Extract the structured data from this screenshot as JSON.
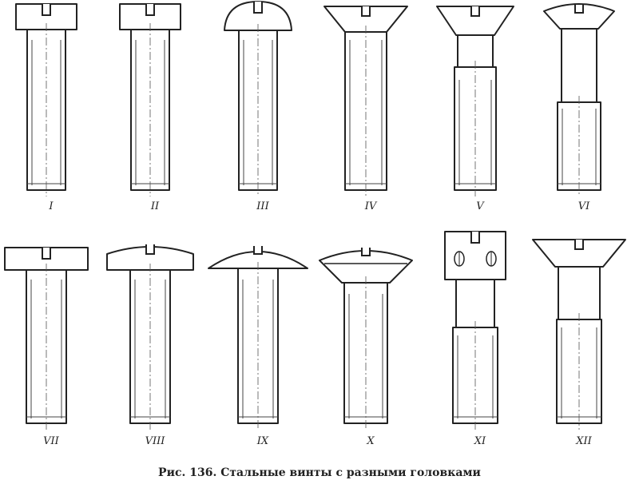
{
  "figure": {
    "screws": [
      {
        "label": "I",
        "head": "cheese"
      },
      {
        "label": "II",
        "head": "cheese"
      },
      {
        "label": "III",
        "head": "round"
      },
      {
        "label": "IV",
        "head": "countersunk"
      },
      {
        "label": "V",
        "head": "countersunk-neck"
      },
      {
        "label": "VI",
        "head": "raised-countersunk"
      },
      {
        "label": "VII",
        "head": "cheese-wide"
      },
      {
        "label": "VIII",
        "head": "pan-wide"
      },
      {
        "label": "IX",
        "head": "mushroom"
      },
      {
        "label": "X",
        "head": "raised-countersunk-wide"
      },
      {
        "label": "XI",
        "head": "square-holes"
      },
      {
        "label": "XII",
        "head": "countersunk-wide"
      }
    ],
    "caption": "Рис. 136. Стальные винты с разными головками"
  }
}
